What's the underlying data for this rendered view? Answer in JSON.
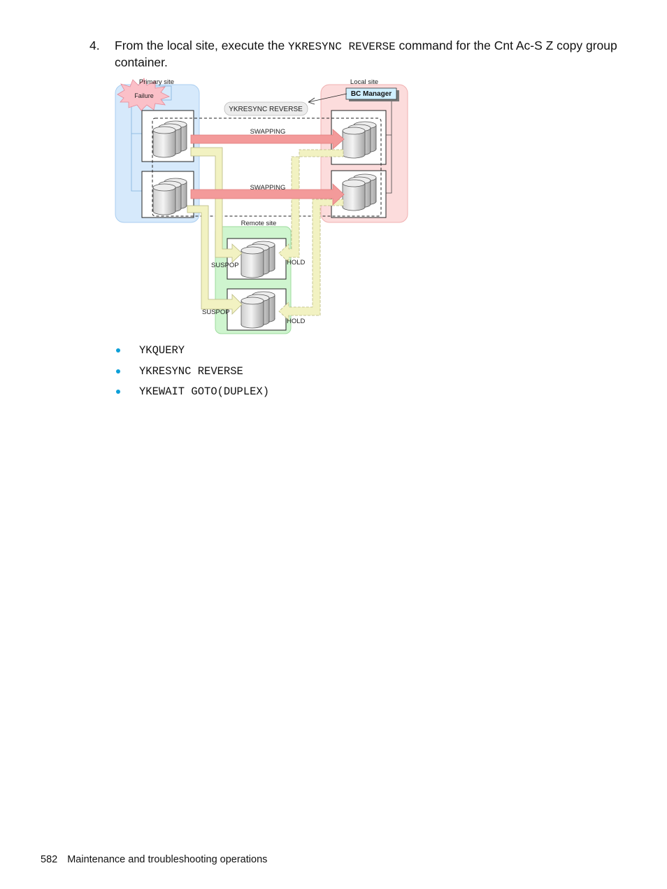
{
  "step": {
    "number": "4.",
    "text_before": "From the local site, execute the ",
    "command": "YKRESYNC REVERSE",
    "text_after": " command for the Cnt Ac-S Z copy group container."
  },
  "diagram": {
    "primary_site_label": "Primary site",
    "local_site_label": "Local site",
    "remote_site_label": "Remote site",
    "failure_label": "Failure",
    "bc_manager_label": "BC Manager",
    "command_callout": "YKRESYNC REVERSE",
    "swap_label_1": "SWAPPING",
    "swap_label_2": "SWAPPING",
    "suspop_label_1": "SUSPOP",
    "suspop_label_2": "SUSPOP",
    "hold_label_1": "HOLD",
    "hold_label_2": "HOLD",
    "colors": {
      "primary_site": "#d6e9fb",
      "local_site": "#fcdcdc",
      "remote_site": "#cff5cf",
      "swap_arrow": "#f39a9a",
      "suspop_arrow": "#f2f2c2",
      "hold_arrow": "#f2f2c2",
      "failure_burst": "#fbc0c8",
      "bc_manager": "#cfefff"
    }
  },
  "bullets": [
    "YKQUERY",
    "YKRESYNC REVERSE",
    "YKEWAIT GOTO(DUPLEX)"
  ],
  "footer": {
    "page_number": "582",
    "section": "Maintenance and troubleshooting operations"
  }
}
